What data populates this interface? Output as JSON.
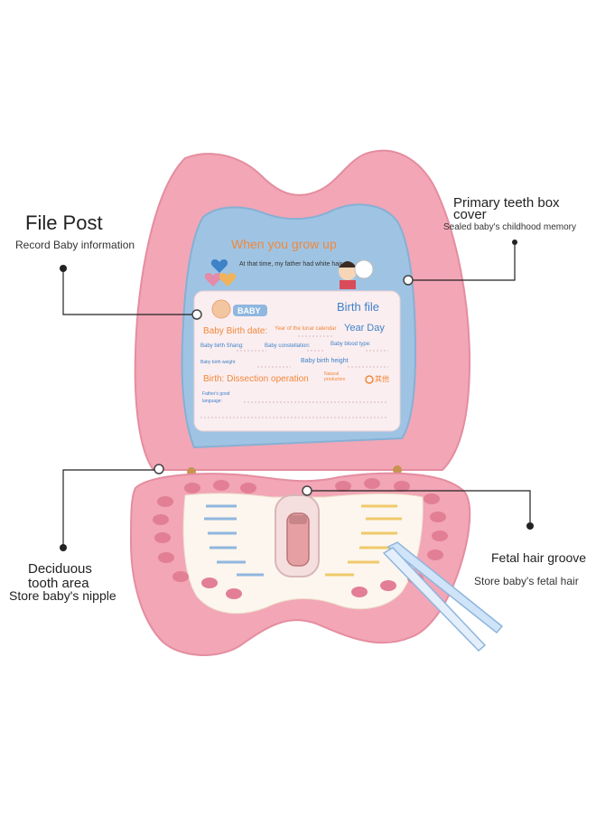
{
  "labels": {
    "file_post_title": "File Post",
    "file_post_sub": "Record Baby information",
    "cover_title_1": "Primary teeth box",
    "cover_title_2": "cover",
    "cover_sub": "Sealed baby's childhood memory",
    "deciduous_1": "Deciduous",
    "deciduous_2": "tooth area",
    "deciduous_sub": "Store baby's nipple",
    "fetal_title": "Fetal hair groove",
    "fetal_sub": "Store baby's fetal hair"
  },
  "card": {
    "heading": "When you grow up",
    "subline": "At that time, my father had white hair",
    "baby_tag": "BABY",
    "birth_file": "Birth file",
    "birth_date": "Baby Birth date:",
    "lunar": "Year of the lunar calendar",
    "year_day": "Year Day",
    "sheng": "Baby birth Shang:",
    "constellation": "Baby constellation:",
    "blood": "Baby blood type:",
    "weight": "Baby birth weight",
    "height": "Baby birth height",
    "dissection": "Birth: Dissection operation",
    "natural": "Natural production",
    "other": "其他",
    "father_words_1": "Father's good",
    "father_words_2": "language:"
  },
  "colors": {
    "pink": "#f2a6b6",
    "pink_dark": "#e58da0",
    "blue_frame": "#9fc4e3",
    "card_bg": "#fbeef0",
    "orange": "#f0883a"
  }
}
